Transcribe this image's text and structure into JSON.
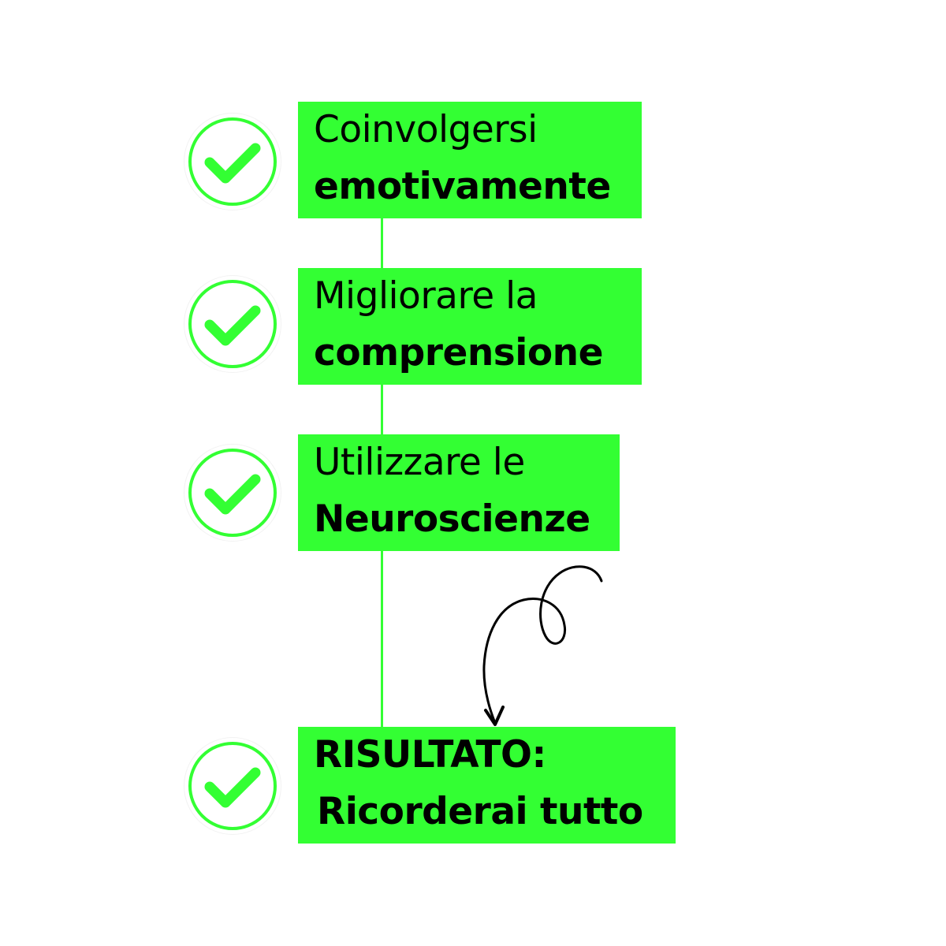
{
  "steps": [
    {
      "line1": "Coinvolgersi",
      "line2": "emotivamente",
      "icon": "check-icon"
    },
    {
      "line1": "Migliorare la",
      "line2": "comprensione",
      "icon": "check-icon"
    },
    {
      "line1": "Utilizzare le",
      "line2": "Neuroscienze",
      "icon": "check-icon"
    }
  ],
  "result": {
    "line1": "RISULTATO:",
    "line2": "Ricorderai tutto",
    "icon": "check-icon"
  },
  "colors": {
    "accent": "#33ff33",
    "text": "#000000",
    "background": "#ffffff",
    "arrow": "#000000"
  },
  "decorations": {
    "arrow": "curly-arrow-icon"
  }
}
